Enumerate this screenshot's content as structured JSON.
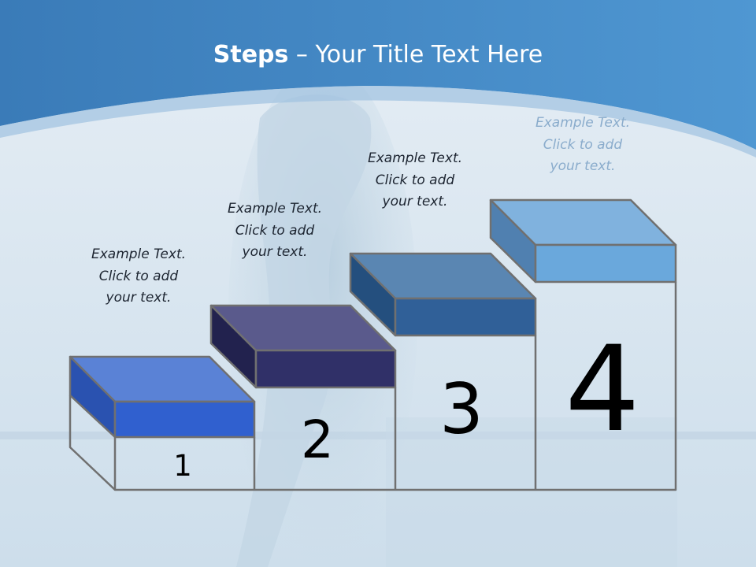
{
  "slide": {
    "title_bold": "Steps",
    "title_rest": " – Your Title Text Here",
    "colors": {
      "header": "#3a82c4",
      "background": "#d5e3ee",
      "step1": "#3060cf",
      "step2": "#303068",
      "step3": "#306098",
      "step4": "#6aa8dc",
      "outline": "#707070"
    }
  },
  "steps": [
    {
      "number": "1",
      "caption": "Example Text.\nClick  to add\nyour text."
    },
    {
      "number": "2",
      "caption": "Example Text.\nClick  to add\nyour text."
    },
    {
      "number": "3",
      "caption": "Example Text.\nClick  to add\nyour text."
    },
    {
      "number": "4",
      "caption": "Example Text.\nClick  to add\nyour text."
    }
  ]
}
